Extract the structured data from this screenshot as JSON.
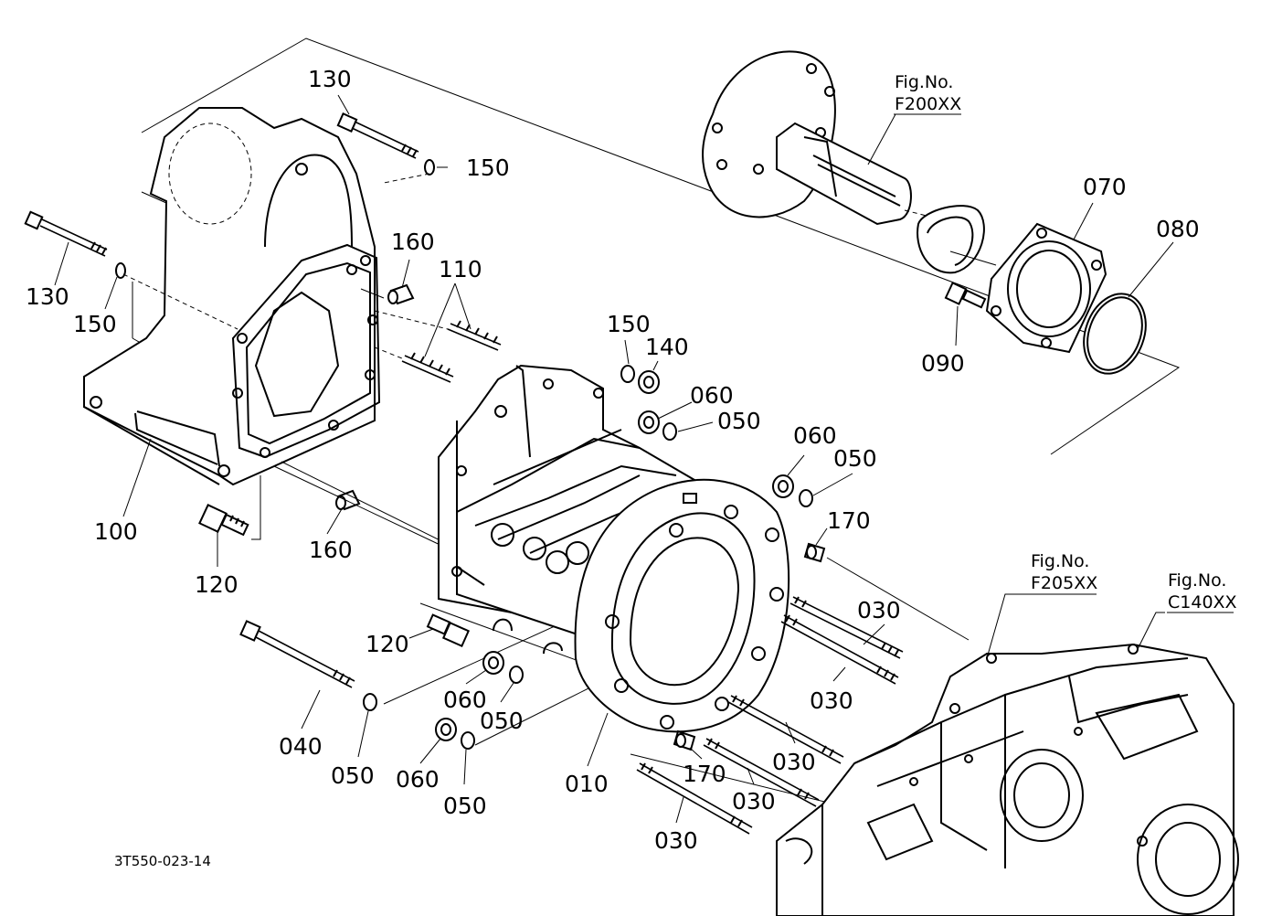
{
  "diagram_code": "3T550-023-14",
  "figure_refs": [
    {
      "id": "f200",
      "title": "Fig.No.",
      "code": "F200XX"
    },
    {
      "id": "f205",
      "title": "Fig.No.",
      "code": "F205XX"
    },
    {
      "id": "c140",
      "title": "Fig.No.",
      "code": "C140XX"
    }
  ],
  "callouts": [
    {
      "id": "c1",
      "text": "130"
    },
    {
      "id": "c2",
      "text": "150"
    },
    {
      "id": "c3",
      "text": "130"
    },
    {
      "id": "c4",
      "text": "150"
    },
    {
      "id": "c5",
      "text": "160"
    },
    {
      "id": "c6",
      "text": "110"
    },
    {
      "id": "c7",
      "text": "100"
    },
    {
      "id": "c8",
      "text": "120"
    },
    {
      "id": "c9",
      "text": "160"
    },
    {
      "id": "c10",
      "text": "150"
    },
    {
      "id": "c11",
      "text": "140"
    },
    {
      "id": "c12",
      "text": "060"
    },
    {
      "id": "c13",
      "text": "050"
    },
    {
      "id": "c14",
      "text": "060"
    },
    {
      "id": "c15",
      "text": "050"
    },
    {
      "id": "c16",
      "text": "170"
    },
    {
      "id": "c17",
      "text": "070"
    },
    {
      "id": "c18",
      "text": "080"
    },
    {
      "id": "c19",
      "text": "090"
    },
    {
      "id": "c20",
      "text": "120"
    },
    {
      "id": "c21",
      "text": "030"
    },
    {
      "id": "c22",
      "text": "030"
    },
    {
      "id": "c23",
      "text": "040"
    },
    {
      "id": "c24",
      "text": "050"
    },
    {
      "id": "c25",
      "text": "060"
    },
    {
      "id": "c26",
      "text": "050"
    },
    {
      "id": "c27",
      "text": "060"
    },
    {
      "id": "c28",
      "text": "050"
    },
    {
      "id": "c29",
      "text": "010"
    },
    {
      "id": "c30",
      "text": "030"
    },
    {
      "id": "c31",
      "text": "170"
    },
    {
      "id": "c32",
      "text": "030"
    },
    {
      "id": "c33",
      "text": "030"
    }
  ]
}
